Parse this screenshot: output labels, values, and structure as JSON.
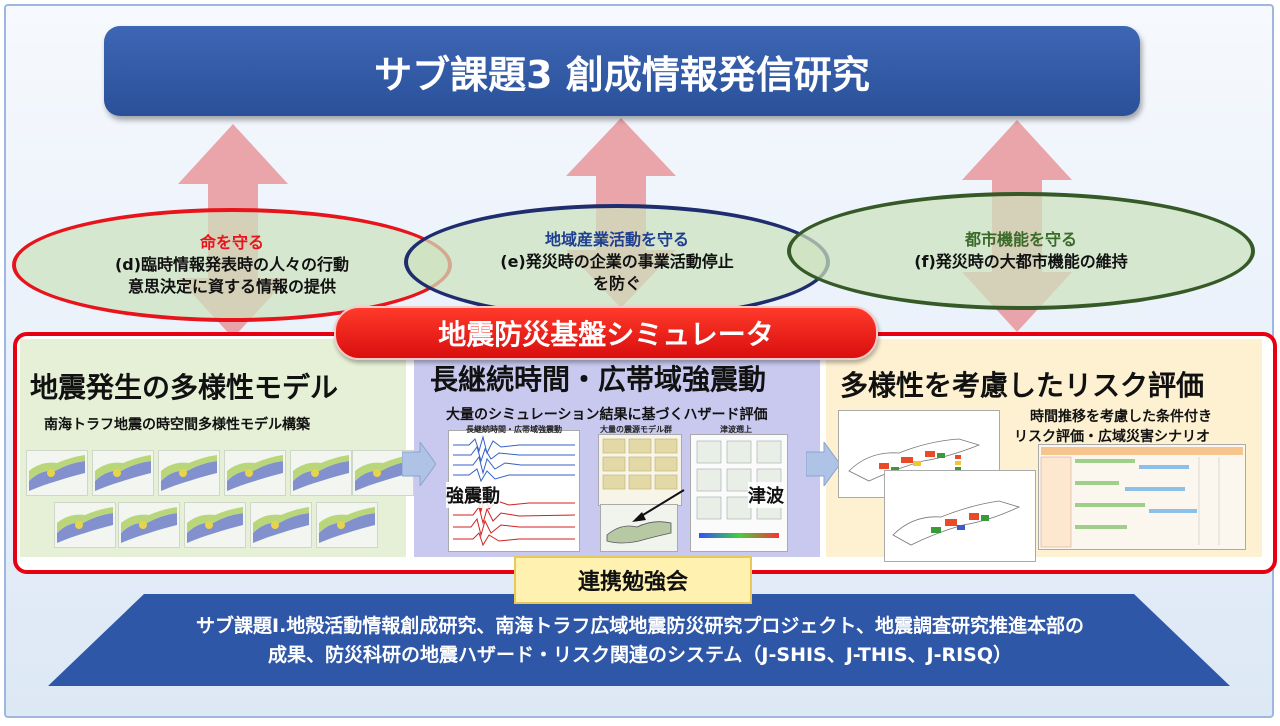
{
  "title": "サブ課題3 創成情報発信研究",
  "goals": [
    {
      "head": "命を守る",
      "line1": "(d)臨時情報発表時の人々の行動",
      "line2": "意思決定に資する情報の提供",
      "head_color": "#e8141b"
    },
    {
      "head": "地域産業活動を守る",
      "line1": "(e)発災時の企業の事業活動停止",
      "line2": "を防ぐ",
      "head_color": "#1f3f8f"
    },
    {
      "head": "都市機能を守る",
      "line1": "(f)発災時の大都市機能の維持",
      "line2": "",
      "head_color": "#3a6b28"
    }
  ],
  "simulator_banner": "地震防災基盤シミュレータ",
  "panels": [
    {
      "title": "地震発生の多様性モデル",
      "subtitle": "南海トラフ地震の時空間多様性モデル構築"
    },
    {
      "title": "長継続時間・広帯域強震動",
      "subtitle": "大量のシミュレーション結果に基づくハザード評価",
      "captions": [
        "長継続時間・広帯域強震動",
        "大量の震源モデル群",
        "津波遡上"
      ],
      "label_strong": "強震動",
      "label_tsunami": "津波"
    },
    {
      "title": "多様性を考慮したリスク評価",
      "subtitle_line1": "時間推移を考慮した条件付き",
      "subtitle_line2": "リスク評価・広域災害シナリオ"
    }
  ],
  "renkei": "連携勉強会",
  "base_line1": "サブ課題Ⅰ.地殻活動情報創成研究、南海トラフ広域地震防災研究プロジェクト、地震調査研究推進本部の",
  "base_line2": "成果、防災科研の地震ハザード・リスク関連のシステム（J-SHIS、J-THIS、J-RISQ）",
  "colors": {
    "title_bg": "#2f579f",
    "arrow": "#e8979b",
    "banner": "#e60012",
    "base": "#2f57a8"
  }
}
